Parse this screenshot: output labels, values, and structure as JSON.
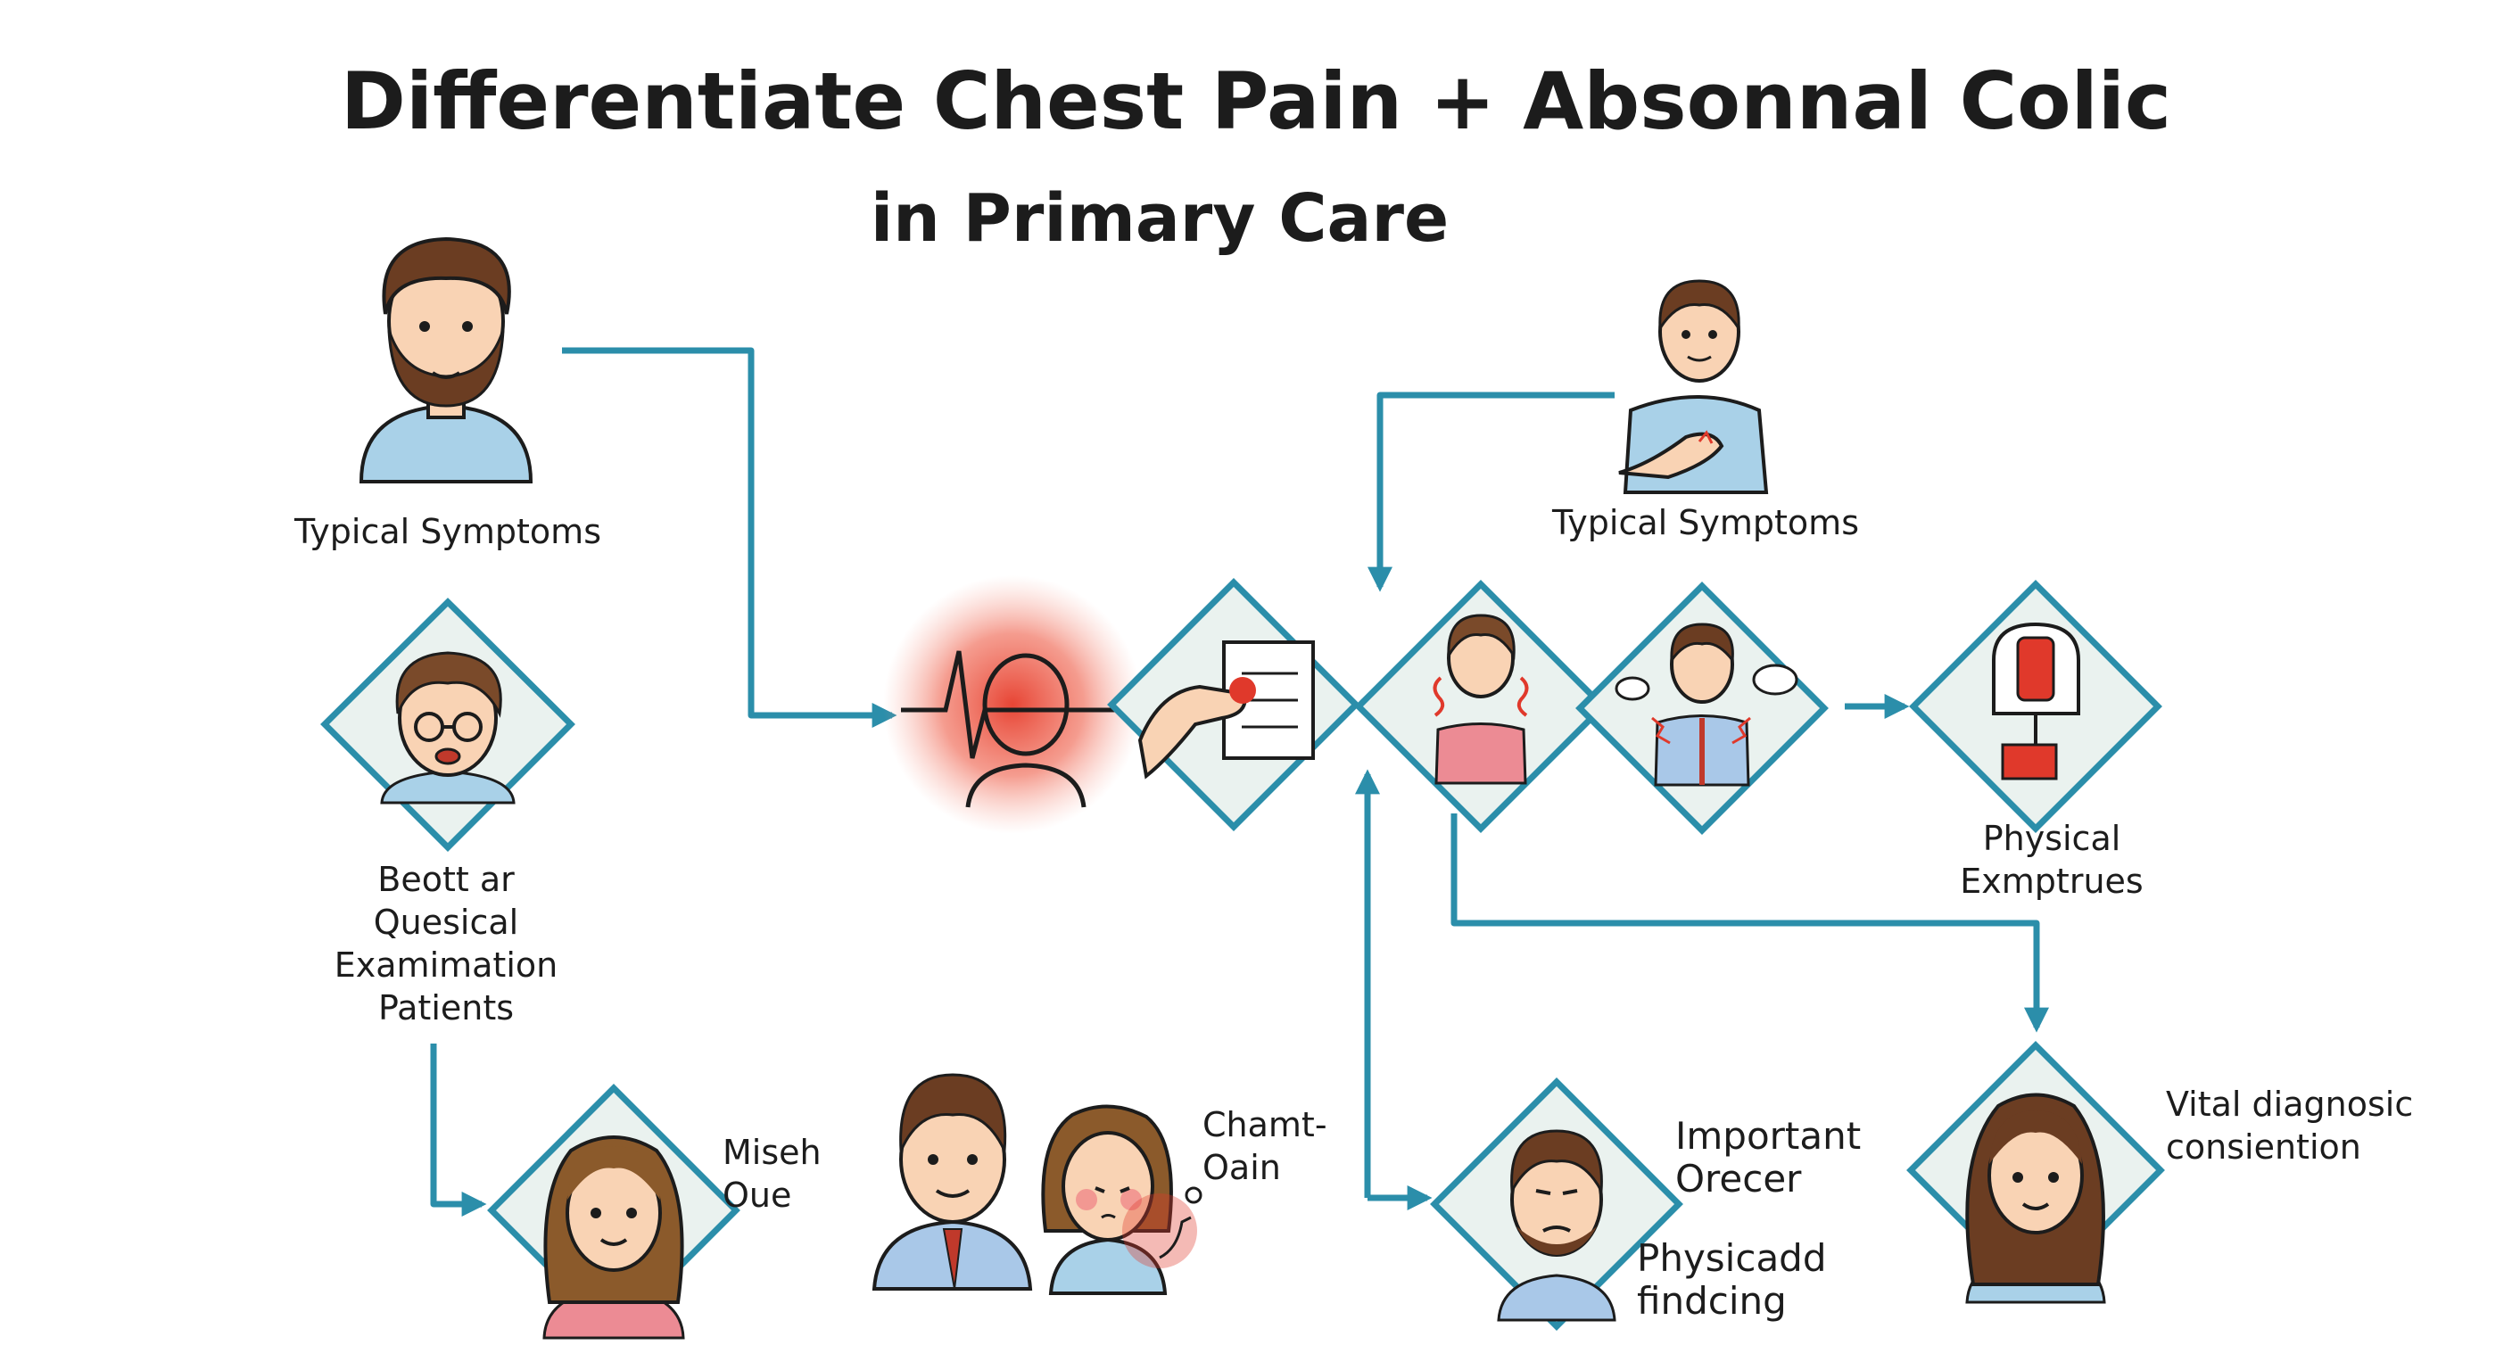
{
  "title": {
    "line1": "Differentiate Chest Pain + Absonnal Colic",
    "line2": "in Primary Care"
  },
  "labels": {
    "top_left": "Typical Symptoms",
    "top_right": "Typical Symptoms",
    "left_middle": [
      "Beott ar",
      "Quesical",
      "Examimation",
      "Patients"
    ],
    "bottom_left": [
      "Miseh",
      "Oue"
    ],
    "bottom_center": [
      "Chamt-",
      "Oain"
    ],
    "bottom_mid_right_top": [
      "Important",
      "Orecer"
    ],
    "bottom_mid_right_bottom": [
      "Physicadd",
      "findcing"
    ],
    "right_middle": [
      "Physical",
      "Exmptrues"
    ],
    "bottom_right": [
      "Vital diagnosic",
      "consiention"
    ]
  },
  "colors": {
    "teal": "#2b8eaa",
    "diamond_fill": "#eaf2ef",
    "alert_red": "#e0392b",
    "skin": "#f9d3b4",
    "hair_brown": "#6b3d22",
    "shirt_blue": "#a9d1e8"
  },
  "icons": [
    "male-bearded-avatar-icon",
    "worried-boy-glasses-icon",
    "pulse-heartbeat-icon",
    "hand-clipboard-icon",
    "woman-chest-pain-icon",
    "man-distress-icon",
    "inhaler-device-icon",
    "man-hand-on-chest-icon",
    "female-avatar-icon",
    "doctor-icon",
    "sick-girl-icon",
    "man-frown-icon",
    "woman-long-hair-icon"
  ]
}
